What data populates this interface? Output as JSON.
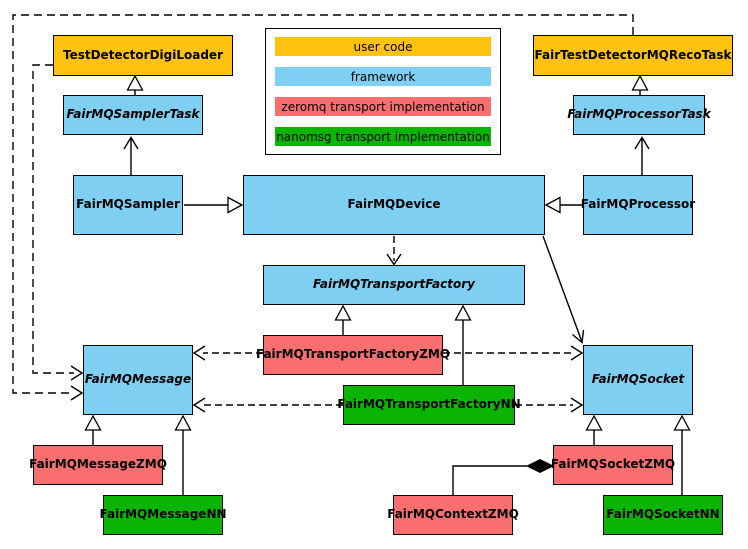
{
  "colors": {
    "user_code": "#ffc20e",
    "framework": "#7ecff1",
    "zeromq": "#f96f6f",
    "nanomsg": "#0ab400",
    "line": "#000000"
  },
  "legend": {
    "items": [
      {
        "label": "user code",
        "type": "user_code"
      },
      {
        "label": "framework",
        "type": "framework"
      },
      {
        "label": "zeromq transport implementation",
        "type": "zeromq"
      },
      {
        "label": "nanomsg transport implementation",
        "type": "nanomsg"
      }
    ]
  },
  "nodes": [
    {
      "label": "TestDetectorDigiLoader",
      "type": "user_code",
      "abstract": false
    },
    {
      "label": "FairTestDetectorMQRecoTask",
      "type": "user_code",
      "abstract": false
    },
    {
      "label": "FairMQSamplerTask",
      "type": "framework",
      "abstract": true
    },
    {
      "label": "FairMQProcessorTask",
      "type": "framework",
      "abstract": true
    },
    {
      "label": "FairMQSampler",
      "type": "framework",
      "abstract": false
    },
    {
      "label": "FairMQDevice",
      "type": "framework",
      "abstract": false
    },
    {
      "label": "FairMQProcessor",
      "type": "framework",
      "abstract": false
    },
    {
      "label": "FairMQTransportFactory",
      "type": "framework",
      "abstract": true
    },
    {
      "label": "FairMQTransportFactoryZMQ",
      "type": "zeromq",
      "abstract": false
    },
    {
      "label": "FairMQTransportFactoryNN",
      "type": "nanomsg",
      "abstract": false
    },
    {
      "label": "FairMQMessage",
      "type": "framework",
      "abstract": true
    },
    {
      "label": "FairMQSocket",
      "type": "framework",
      "abstract": true
    },
    {
      "label": "FairMQMessageZMQ",
      "type": "zeromq",
      "abstract": false
    },
    {
      "label": "FairMQMessageNN",
      "type": "nanomsg",
      "abstract": false
    },
    {
      "label": "FairMQContextZMQ",
      "type": "zeromq",
      "abstract": false
    },
    {
      "label": "FairMQSocketZMQ",
      "type": "zeromq",
      "abstract": false
    },
    {
      "label": "FairMQSocketNN",
      "type": "nanomsg",
      "abstract": false
    }
  ],
  "edges": [
    {
      "from": "FairMQSamplerTask",
      "to": "TestDetectorDigiLoader",
      "type": "inheritance"
    },
    {
      "from": "FairMQSampler",
      "to": "FairMQSamplerTask",
      "type": "association"
    },
    {
      "from": "FairMQSampler",
      "to": "FairMQDevice",
      "type": "inheritance"
    },
    {
      "from": "FairMQProcessorTask",
      "to": "FairTestDetectorMQRecoTask",
      "type": "inheritance"
    },
    {
      "from": "FairMQProcessor",
      "to": "FairMQProcessorTask",
      "type": "association"
    },
    {
      "from": "FairMQProcessor",
      "to": "FairMQDevice",
      "type": "inheritance"
    },
    {
      "from": "FairMQDevice",
      "to": "FairMQTransportFactory",
      "type": "dashed-dependency"
    },
    {
      "from": "FairMQDevice",
      "to": "FairMQSocket",
      "type": "association"
    },
    {
      "from": "TestDetectorDigiLoader",
      "to": "FairMQMessage",
      "type": "dashed-dependency"
    },
    {
      "from": "FairTestDetectorMQRecoTask",
      "to": "FairMQMessage",
      "type": "dashed-dependency"
    },
    {
      "from": "FairMQTransportFactoryZMQ",
      "to": "FairMQTransportFactory",
      "type": "inheritance"
    },
    {
      "from": "FairMQTransportFactoryNN",
      "to": "FairMQTransportFactory",
      "type": "inheritance"
    },
    {
      "from": "FairMQTransportFactoryZMQ",
      "to": "FairMQMessage",
      "type": "dashed-dependency"
    },
    {
      "from": "FairMQTransportFactoryZMQ",
      "to": "FairMQSocket",
      "type": "dashed-dependency"
    },
    {
      "from": "FairMQTransportFactoryNN",
      "to": "FairMQMessage",
      "type": "dashed-dependency"
    },
    {
      "from": "FairMQTransportFactoryNN",
      "to": "FairMQSocket",
      "type": "dashed-dependency"
    },
    {
      "from": "FairMQMessageZMQ",
      "to": "FairMQMessage",
      "type": "inheritance"
    },
    {
      "from": "FairMQMessageNN",
      "to": "FairMQMessage",
      "type": "inheritance"
    },
    {
      "from": "FairMQSocketZMQ",
      "to": "FairMQSocket",
      "type": "inheritance"
    },
    {
      "from": "FairMQSocketNN",
      "to": "FairMQSocket",
      "type": "inheritance"
    },
    {
      "from": "FairMQContextZMQ",
      "to": "FairMQSocketZMQ",
      "type": "composition"
    }
  ]
}
